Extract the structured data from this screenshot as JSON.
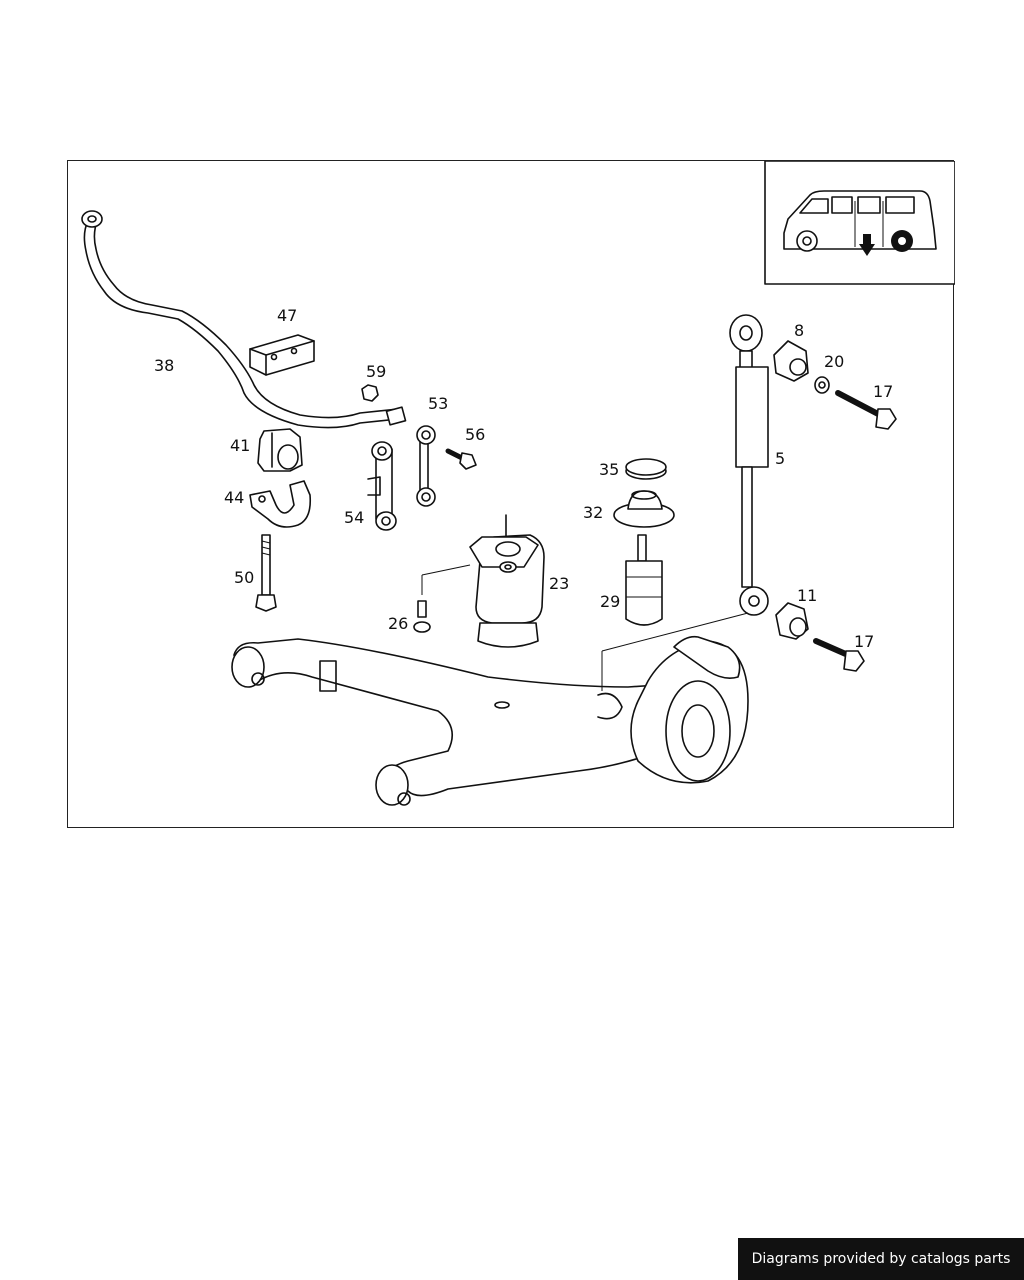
{
  "diagram": {
    "callouts": [
      "38",
      "47",
      "59",
      "53",
      "41",
      "56",
      "44",
      "54",
      "50",
      "8",
      "20",
      "17",
      "5",
      "35",
      "32",
      "23",
      "29",
      "26",
      "11",
      "17"
    ]
  },
  "footer": {
    "text": "Diagrams provided by catalogs parts",
    "background": "#111111",
    "color": "#ffffff"
  }
}
